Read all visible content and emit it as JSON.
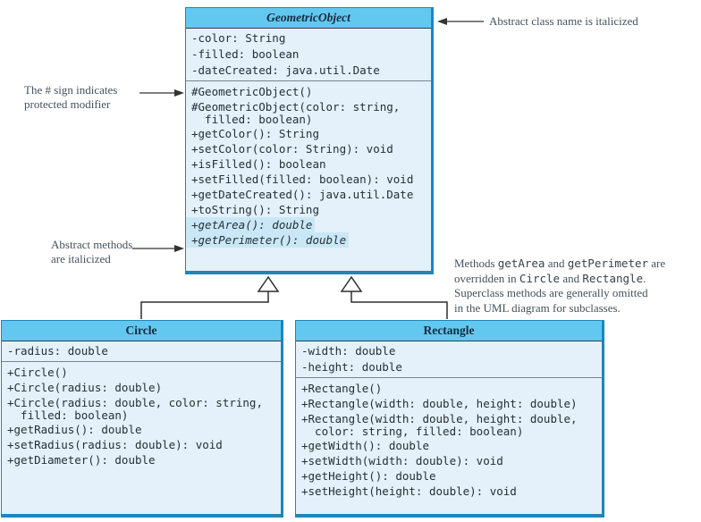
{
  "colors": {
    "header_fill": "#63c8f0",
    "box_border": "#1d86ba",
    "box_body": "#e4f1fa",
    "highlight": "#c9e7f7",
    "code_text": "#253038",
    "note_text": "#44535e",
    "connector": "#2f2f2f"
  },
  "classes": {
    "geometric_object": {
      "title": "GeometricObject",
      "fields": [
        "-color: String",
        "-filled: boolean",
        "-dateCreated: java.util.Date"
      ],
      "methods": [
        {
          "lines": [
            "#GeometricObject()"
          ]
        },
        {
          "lines": [
            "#GeometricObject(color: string,",
            "  filled: boolean)"
          ]
        },
        {
          "lines": [
            "+getColor(): String"
          ]
        },
        {
          "lines": [
            "+setColor(color: String): void"
          ]
        },
        {
          "lines": [
            "+isFilled(): boolean"
          ]
        },
        {
          "lines": [
            "+setFilled(filled: boolean): void"
          ]
        },
        {
          "lines": [
            "+getDateCreated(): java.util.Date"
          ]
        },
        {
          "lines": [
            "+toString(): String"
          ]
        },
        {
          "lines": [
            "+getArea(): double"
          ],
          "italic": true,
          "highlight": true
        },
        {
          "lines": [
            "+getPerimeter(): double"
          ],
          "italic": true,
          "highlight": true
        }
      ]
    },
    "circle": {
      "title": "Circle",
      "fields": [
        "-radius: double"
      ],
      "methods": [
        {
          "lines": [
            "+Circle()"
          ]
        },
        {
          "lines": [
            "+Circle(radius: double)"
          ]
        },
        {
          "lines": [
            "+Circle(radius: double, color: string,",
            "  filled: boolean)"
          ]
        },
        {
          "lines": [
            "+getRadius(): double"
          ]
        },
        {
          "lines": [
            "+setRadius(radius: double): void"
          ]
        },
        {
          "lines": [
            "+getDiameter(): double"
          ]
        }
      ]
    },
    "rectangle": {
      "title": "Rectangle",
      "fields": [
        "-width: double",
        "-height: double"
      ],
      "methods": [
        {
          "lines": [
            "+Rectangle()"
          ]
        },
        {
          "lines": [
            "+Rectangle(width: double, height: double)"
          ]
        },
        {
          "lines": [
            "+Rectangle(width: double, height: double,",
            "  color: string, filled: boolean)"
          ]
        },
        {
          "lines": [
            "+getWidth(): double"
          ]
        },
        {
          "lines": [
            "+setWidth(width: double): void"
          ]
        },
        {
          "lines": [
            "+getHeight(): double"
          ]
        },
        {
          "lines": [
            "+setHeight(height: double): void"
          ]
        }
      ]
    }
  },
  "annotations": {
    "abstract_class_note": "Abstract class name is italicized",
    "protected_note": [
      "The # sign indicates",
      "protected modifier"
    ],
    "abstract_methods_note": [
      "Abstract methods",
      "are italicized"
    ],
    "override_note": [
      [
        {
          "t": "Methods "
        },
        {
          "t": "getArea",
          "mono": true
        },
        {
          "t": " and "
        },
        {
          "t": "getPerimeter",
          "mono": true
        },
        {
          "t": " are"
        }
      ],
      [
        {
          "t": "overridden in "
        },
        {
          "t": "Circle",
          "mono": true
        },
        {
          "t": " and "
        },
        {
          "t": "Rectangle",
          "mono": true
        },
        {
          "t": "."
        }
      ],
      [
        {
          "t": "Superclass methods are generally omitted"
        }
      ],
      [
        {
          "t": "in the UML diagram for subclasses."
        }
      ]
    ]
  }
}
